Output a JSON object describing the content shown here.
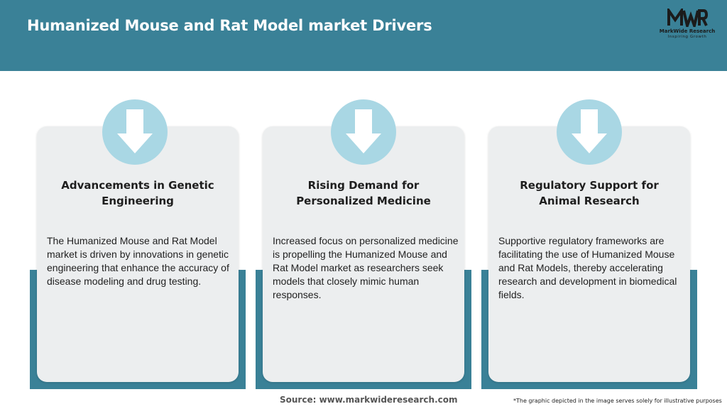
{
  "header": {
    "title": "Humanized Mouse and Rat Model market Drivers"
  },
  "logo": {
    "mark": "MWR",
    "name": "MarkWide Research",
    "tagline": "Inspiring Growth"
  },
  "cards": [
    {
      "icon": "arrow-down-icon",
      "title_line1": "Advancements in Genetic",
      "title_line2": "Engineering",
      "text": "The Humanized Mouse and Rat Model market is driven by innovations in genetic engineering that enhance the accuracy of disease modeling and drug testing."
    },
    {
      "icon": "arrow-down-icon",
      "title_line1": "Rising Demand for",
      "title_line2": "Personalized Medicine",
      "text": "Increased focus on personalized medicine is propelling the Humanized Mouse and Rat Model market as researchers seek models that closely mimic human responses."
    },
    {
      "icon": "arrow-down-icon",
      "title_line1": "Regulatory Support for",
      "title_line2": "Animal Research",
      "text": "Supportive regulatory frameworks are facilitating the use of Humanized Mouse and Rat Models, thereby accelerating research and development in biomedical fields."
    }
  ],
  "footer": {
    "source": "Source: www.markwideresearch.com",
    "disclaimer": "*The graphic depicted in the image serves solely for illustrative purposes"
  },
  "colors": {
    "header_bg": "#3a8197",
    "card_bg": "#eceeef",
    "icon_circle": "#a9d7e4"
  }
}
